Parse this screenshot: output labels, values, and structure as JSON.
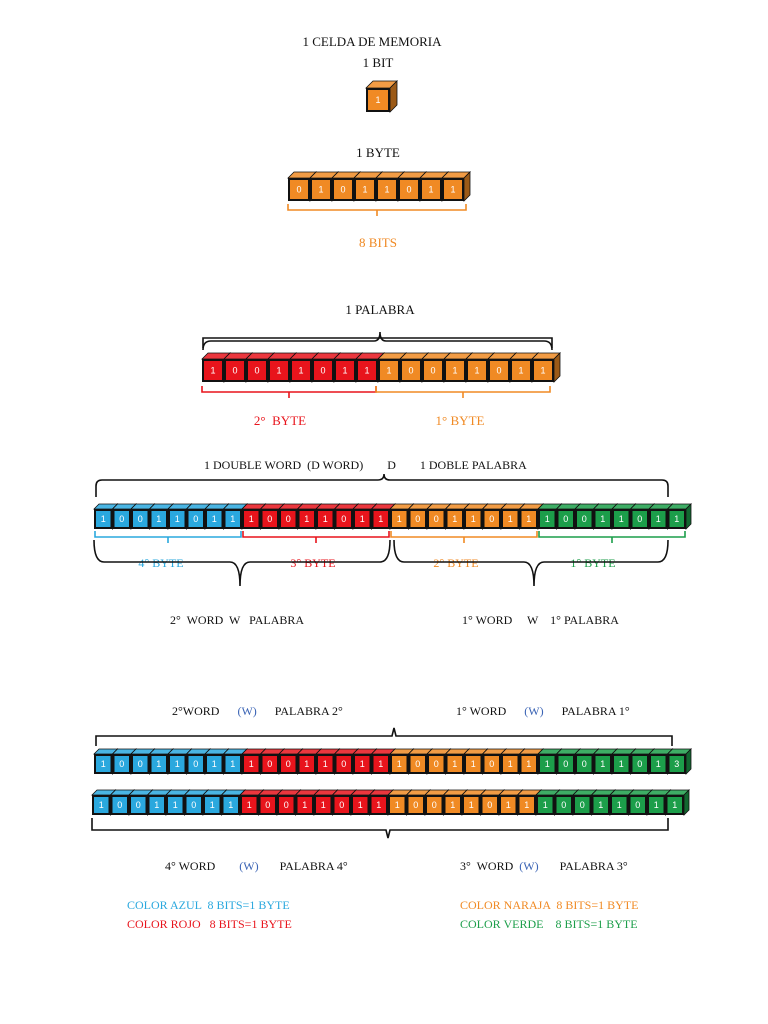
{
  "colors": {
    "blue": "#2aa8de",
    "red": "#e8141c",
    "orange": "#f08a24",
    "green": "#1c9e4a",
    "w_blue": "#3b64b5"
  },
  "section1": {
    "title": "1 CELDA DE MEMORIA",
    "bit_label": "1 BIT",
    "bit_value": "1"
  },
  "section2": {
    "title": "1 BYTE",
    "bits": [
      "0",
      "1",
      "0",
      "1",
      "1",
      "0",
      "1",
      "1"
    ],
    "bits_label": "8 BITS"
  },
  "section3": {
    "title": "1 PALABRA",
    "byte2_bits": [
      "1",
      "0",
      "0",
      "1",
      "1",
      "0",
      "1",
      "1"
    ],
    "byte1_bits": [
      "1",
      "0",
      "0",
      "1",
      "1",
      "0",
      "1",
      "1"
    ],
    "byte2_label": "2°  BYTE",
    "byte1_label": "1° BYTE"
  },
  "section4": {
    "title_a": "1 DOUBLE WORD  (D WORD)",
    "title_d": "D",
    "title_b": "1 DOBLE PALABRA",
    "bytes": [
      {
        "color": "blue",
        "bits": [
          "1",
          "0",
          "0",
          "1",
          "1",
          "0",
          "1",
          "1"
        ],
        "label": "4° BYTE"
      },
      {
        "color": "red",
        "bits": [
          "1",
          "0",
          "0",
          "1",
          "1",
          "0",
          "1",
          "1"
        ],
        "label": "3° BYTE"
      },
      {
        "color": "orange",
        "bits": [
          "1",
          "0",
          "0",
          "1",
          "1",
          "0",
          "1",
          "1"
        ],
        "label": "2° BYTE"
      },
      {
        "color": "green",
        "bits": [
          "1",
          "0",
          "0",
          "1",
          "1",
          "0",
          "1",
          "1"
        ],
        "label": "1° BYTE"
      }
    ],
    "word2": {
      "a": "2°  WORD",
      "w": "W",
      "b": "PALABRA"
    },
    "word1": {
      "a": "1° WORD",
      "w": "W",
      "b": "1° PALABRA"
    }
  },
  "section5": {
    "top_left": {
      "a": "2°WORD",
      "w": "(W)",
      "b": "PALABRA 2°"
    },
    "top_right": {
      "a": "1° WORD",
      "w": "(W)",
      "b": "PALABRA 1°"
    },
    "row1": [
      {
        "color": "blue",
        "bits": [
          "1",
          "0",
          "0",
          "1",
          "1",
          "0",
          "1",
          "1"
        ]
      },
      {
        "color": "red",
        "bits": [
          "1",
          "0",
          "0",
          "1",
          "1",
          "0",
          "1",
          "1"
        ]
      },
      {
        "color": "orange",
        "bits": [
          "1",
          "0",
          "0",
          "1",
          "1",
          "0",
          "1",
          "1"
        ]
      },
      {
        "color": "green",
        "bits": [
          "1",
          "0",
          "0",
          "1",
          "1",
          "0",
          "1",
          "3"
        ]
      }
    ],
    "row2": [
      {
        "color": "blue",
        "bits": [
          "1",
          "0",
          "0",
          "1",
          "1",
          "0",
          "1",
          "1"
        ]
      },
      {
        "color": "red",
        "bits": [
          "1",
          "0",
          "0",
          "1",
          "1",
          "0",
          "1",
          "1"
        ]
      },
      {
        "color": "orange",
        "bits": [
          "1",
          "0",
          "0",
          "1",
          "1",
          "0",
          "1",
          "1"
        ]
      },
      {
        "color": "green",
        "bits": [
          "1",
          "0",
          "0",
          "1",
          "1",
          "0",
          "1",
          "1"
        ]
      }
    ],
    "bottom_left": {
      "a": "4° WORD",
      "w": "(W)",
      "b": "PALABRA 4°"
    },
    "bottom_right": {
      "a": "3°  WORD",
      "w": "(W)",
      "b": "PALABRA 3°"
    }
  },
  "legend": {
    "blue": "COLOR AZUL  8 BITS=1 BYTE",
    "red": "COLOR ROJO   8 BITS=1 BYTE",
    "orange": "COLOR NARAJA  8 BITS=1 BYTE",
    "green": "COLOR VERDE    8 BITS=1 BYTE"
  }
}
